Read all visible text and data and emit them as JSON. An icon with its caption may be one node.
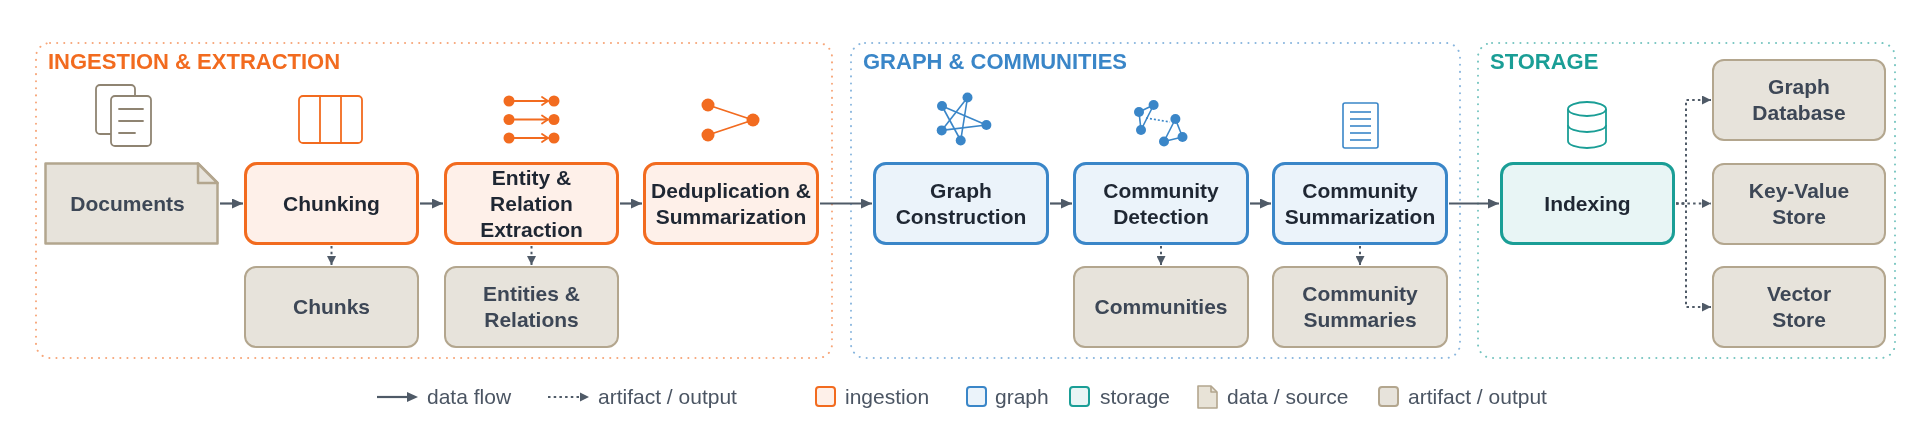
{
  "diagram": {
    "nodes": [
      {
        "text": [
          "INGESTION & EXTRACTION"
        ]
      },
      {
        "text": [
          "Documents"
        ],
        "in": 0
      },
      {
        "text": [
          "Chunking"
        ],
        "in": 0
      },
      {
        "text": [
          "Entity & Relation Extraction"
        ],
        "in": 0
      },
      {
        "text": [
          "Deduplication & Summarization"
        ],
        "in": 0
      },
      {
        "text": [
          "Chunks"
        ],
        "in": 0
      },
      {
        "text": [
          "Entities & Relations"
        ],
        "in": 0
      },
      {
        "text": [
          "GRAPH & COMMUNITIES"
        ]
      },
      {
        "text": [
          "Graph Construction"
        ],
        "in": 7
      },
      {
        "text": [
          "Community Detection"
        ],
        "in": 7
      },
      {
        "text": [
          "Community Summarization"
        ],
        "in": 7
      },
      {
        "text": [
          "Communities"
        ],
        "in": 7
      },
      {
        "text": [
          "Community Summaries"
        ],
        "in": 7
      },
      {
        "text": [
          "STORAGE"
        ]
      },
      {
        "text": [
          "Indexing"
        ],
        "in": 13
      },
      {
        "text": [
          "Graph Database"
        ],
        "in": 13
      },
      {
        "text": [
          "Key-Value Store"
        ],
        "in": 13
      },
      {
        "text": [
          "Vector Store"
        ],
        "in": 13
      }
    ],
    "edges": [
      {
        "from": 1,
        "to": 2,
        "arrow": "to"
      },
      {
        "from": 2,
        "to": 3,
        "arrow": "to"
      },
      {
        "from": 3,
        "to": 4,
        "arrow": "to"
      },
      {
        "from": 4,
        "to": 8,
        "arrow": "to"
      },
      {
        "from": 8,
        "to": 9,
        "arrow": "to"
      },
      {
        "from": 9,
        "to": 10,
        "arrow": "to"
      },
      {
        "from": 10,
        "to": 14,
        "arrow": "to"
      },
      {
        "from": 2,
        "to": 5,
        "arrow": "to",
        "style": "dashed"
      },
      {
        "from": 3,
        "to": 6,
        "arrow": "to",
        "style": "dashed"
      },
      {
        "from": 9,
        "to": 11,
        "arrow": "to",
        "style": "dashed"
      },
      {
        "from": 10,
        "to": 12,
        "arrow": "to",
        "style": "dashed"
      },
      {
        "from": 14,
        "to": 15,
        "arrow": "to",
        "style": "dashed"
      },
      {
        "from": 14,
        "to": 16,
        "arrow": "to",
        "style": "dashed"
      },
      {
        "from": 14,
        "to": 17,
        "arrow": "to",
        "style": "dashed"
      }
    ],
    "legend": [
      {
        "text": "data flow"
      },
      {
        "text": "artifact / output"
      },
      {
        "text": "ingestion",
        "color": "#f26b1f"
      },
      {
        "text": "graph",
        "color": "#3a86c8"
      },
      {
        "text": "storage",
        "color": "#1a9e96"
      },
      {
        "text": "data / source"
      },
      {
        "text": "artifact / output",
        "color": "#b3a68e"
      }
    ]
  }
}
